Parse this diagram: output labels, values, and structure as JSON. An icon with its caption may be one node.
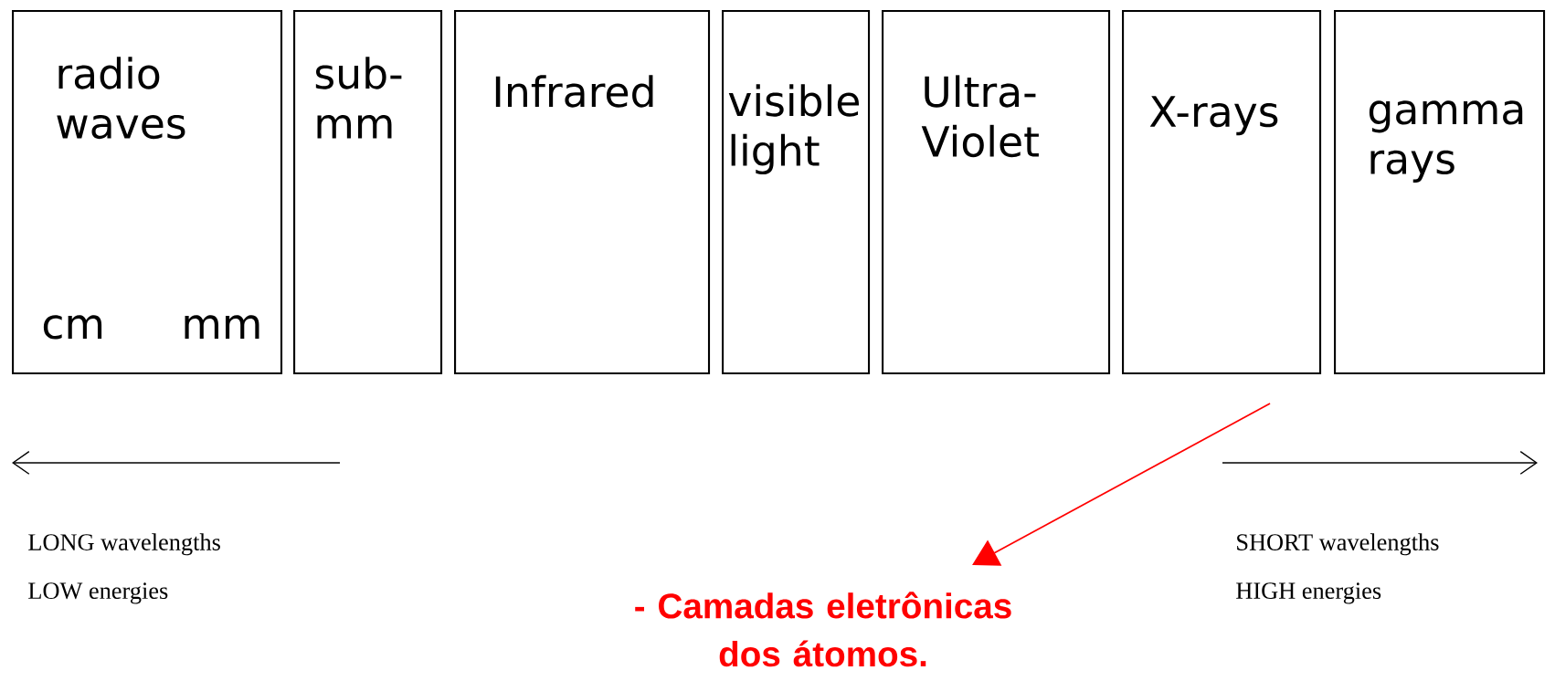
{
  "diagram": {
    "nodes": [
      {
        "text": [
          "radio waves",
          "cm",
          "mm"
        ]
      },
      {
        "text": [
          "sub- mm"
        ]
      },
      {
        "text": [
          "Infrared"
        ]
      },
      {
        "text": [
          "visible light"
        ]
      },
      {
        "text": [
          "Ultra- Violet"
        ]
      },
      {
        "text": [
          "X-rays"
        ]
      },
      {
        "text": [
          "gamma rays"
        ]
      },
      {
        "text": [
          "- Camadas eletrônicas dos átomos."
        ]
      }
    ],
    "edges": [
      {
        "from": 5,
        "to": 7,
        "arrow": "to",
        "color": "#ff0000"
      }
    ],
    "labels": [
      "LONG wavelengths",
      "LOW energies",
      "SHORT wavelengths",
      "HIGH energies"
    ]
  }
}
